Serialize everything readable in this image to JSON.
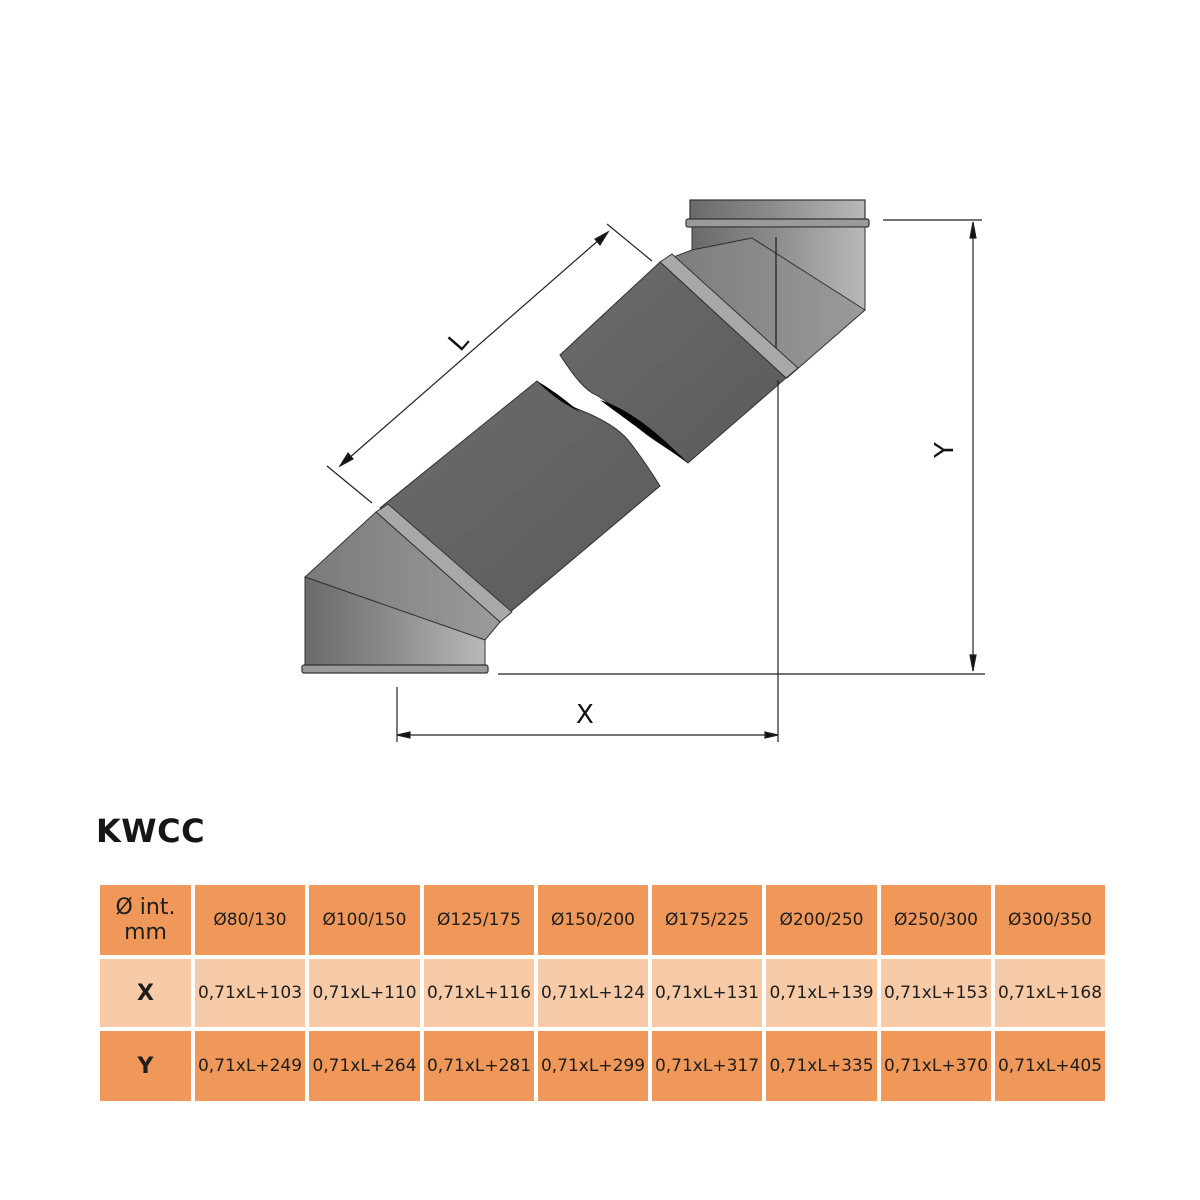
{
  "diagram": {
    "dimension_labels": {
      "length": "L",
      "horizontal": "X",
      "vertical": "Y"
    },
    "colors": {
      "pipe_dark": "#5f5f5f",
      "pipe_light": "#9a9a9a",
      "line": "#222222"
    }
  },
  "product": {
    "title": "KWCC"
  },
  "table": {
    "header_label_line1": "Ø int.",
    "header_label_line2": "mm",
    "columns": [
      "Ø80/130",
      "Ø100/150",
      "Ø125/175",
      "Ø150/200",
      "Ø175/225",
      "Ø200/250",
      "Ø250/300",
      "Ø300/350"
    ],
    "rows": [
      {
        "label": "X",
        "values": [
          "0,71xL+103",
          "0,71xL+110",
          "0,71xL+116",
          "0,71xL+124",
          "0,71xL+131",
          "0,71xL+139",
          "0,71xL+153",
          "0,71xL+168"
        ]
      },
      {
        "label": "Y",
        "values": [
          "0,71xL+249",
          "0,71xL+264",
          "0,71xL+281",
          "0,71xL+299",
          "0,71xL+317",
          "0,71xL+335",
          "0,71xL+370",
          "0,71xL+405"
        ]
      }
    ],
    "colors": {
      "header_bg": "#f0975a",
      "x_row_bg": "#f8cba8",
      "y_row_bg": "#f0975a"
    }
  }
}
